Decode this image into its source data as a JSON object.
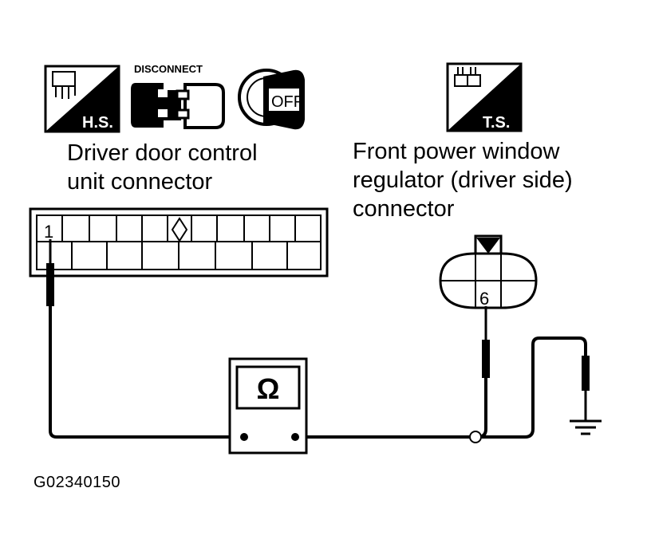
{
  "icons": {
    "harness_side": {
      "name": "harness-side-connector-icon",
      "label": "H.S."
    },
    "disconnect": {
      "name": "disconnect-connector-icon",
      "label": "DISCONNECT"
    },
    "ignition_off": {
      "name": "ignition-key-off-icon",
      "label": "OFF"
    },
    "terminal_side": {
      "name": "terminal-side-connector-icon",
      "label": "T.S."
    }
  },
  "left_connector": {
    "title_line1": "Driver door control",
    "title_line2": "unit connector",
    "pin_label": "1"
  },
  "right_connector": {
    "title_line1": "Front power window",
    "title_line2": "regulator (driver side)",
    "title_line3": "connector",
    "pin_label": "6"
  },
  "meter": {
    "symbol": "Ω",
    "name": "ohmmeter"
  },
  "figure_id": "G02340150",
  "colors": {
    "ink": "#000000",
    "paper": "#ffffff"
  }
}
